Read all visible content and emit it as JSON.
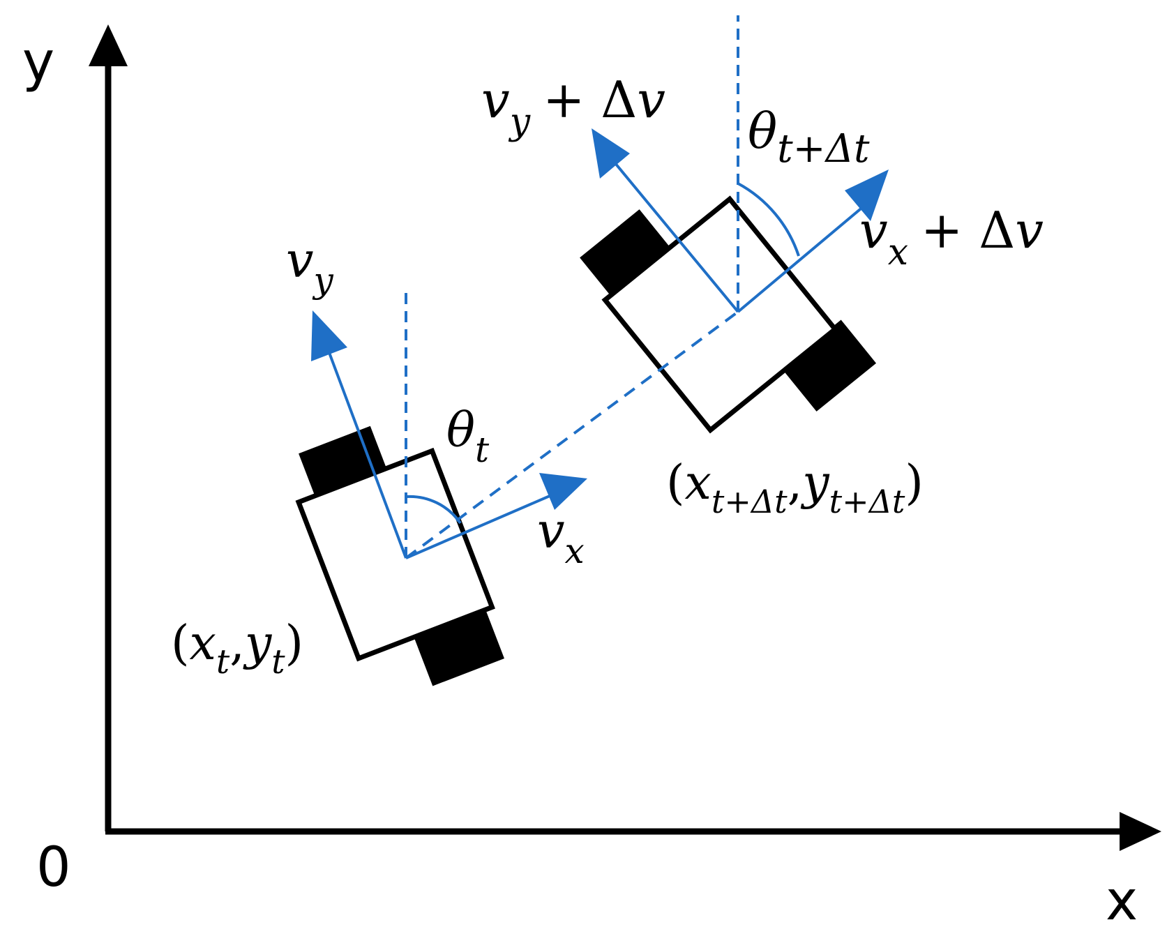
{
  "colors": {
    "vector": "#1f6fc6",
    "robot_outline": "#000000",
    "wheel": "#000000",
    "axis": "#000000"
  },
  "axes": {
    "origin_label": "0",
    "x_label": "x",
    "y_label": "y"
  },
  "robot_t": {
    "vx_base": "v",
    "vx_sub": "x",
    "vy_base": "v",
    "vy_sub": "y",
    "theta_base": "θ",
    "theta_sub": "t",
    "pos_open": "(",
    "pos_x": "x",
    "pos_x_sub": "t",
    "pos_comma": ",",
    "pos_y": "y",
    "pos_y_sub": "t",
    "pos_close": ")"
  },
  "robot_next": {
    "vx_base": "v",
    "vx_sub": "x",
    "vx_plus": "+ Δ",
    "vx_dv": "v",
    "vy_base": "v",
    "vy_sub": "y",
    "vy_plus": "+ Δ",
    "vy_dv": "v",
    "theta_base": "θ",
    "theta_sub": "t+Δt",
    "pos_open": "(",
    "pos_x": "x",
    "pos_x_sub": "t+Δt",
    "pos_comma": ",",
    "pos_y": "y",
    "pos_y_sub": "t+Δt",
    "pos_close": ")"
  }
}
